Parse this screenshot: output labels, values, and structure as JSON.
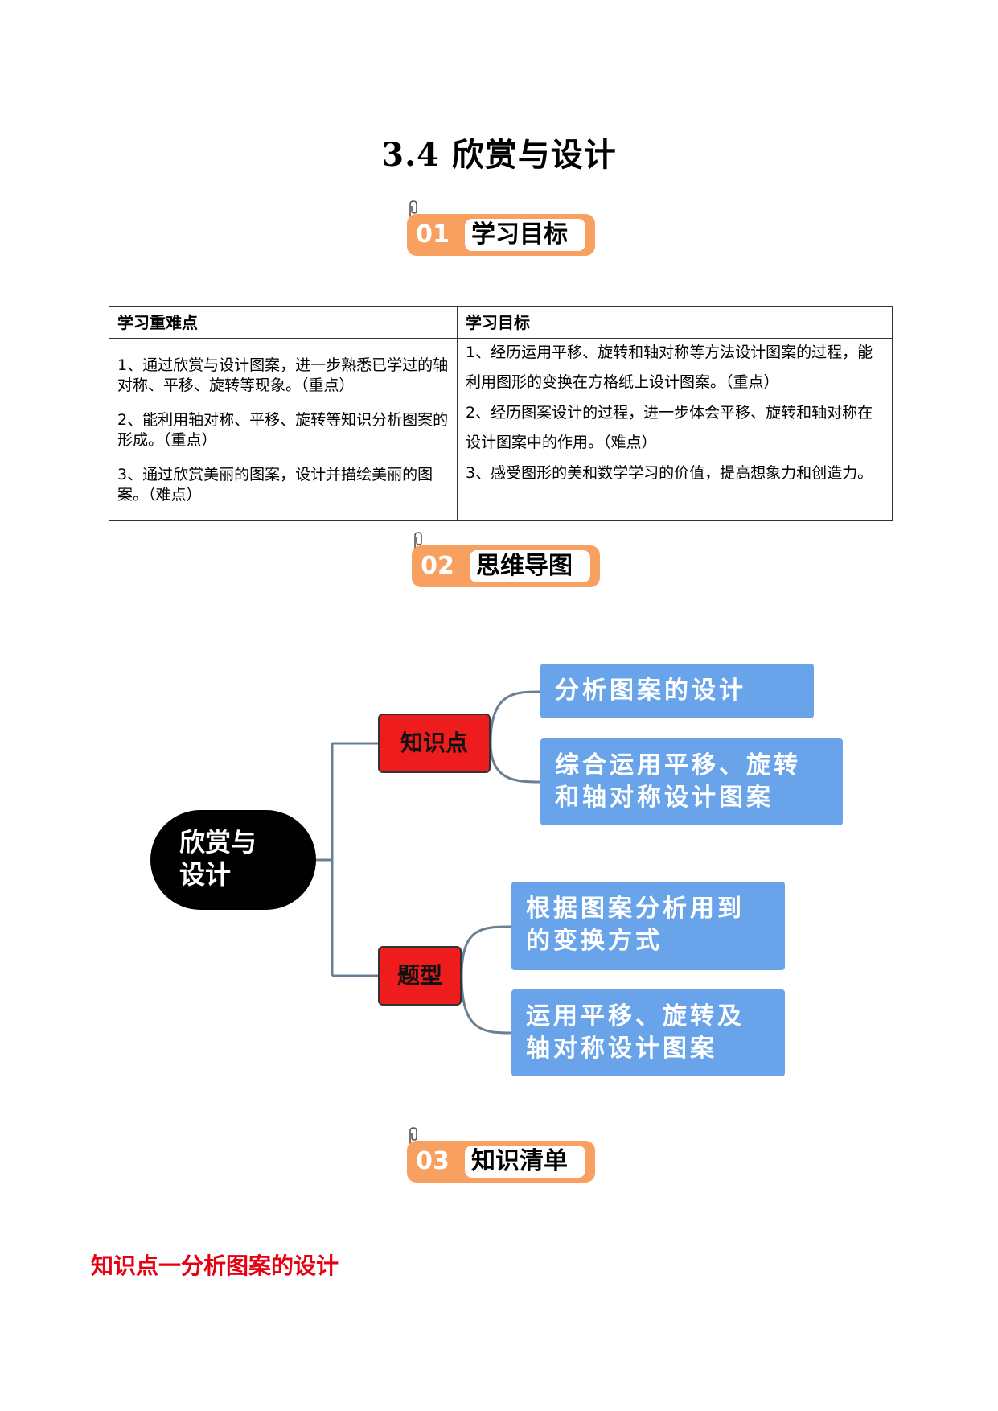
{
  "title": "3.4 欣赏与设计",
  "sections": [
    {
      "num": "01",
      "label": "学习目标"
    },
    {
      "num": "02",
      "label": "思维导图"
    },
    {
      "num": "03",
      "label": "知识清单"
    }
  ],
  "table": {
    "headers": [
      "学习重难点",
      "学习目标"
    ],
    "left": [
      "1、通过欣赏与设计图案，进一步熟悉已学过的轴对称、平移、旋转等现象。（重点）",
      "2、能利用轴对称、平移、旋转等知识分析图案的形成。（重点）",
      "3、通过欣赏美丽的图案，设计并描绘美丽的图案。（难点）"
    ],
    "right": [
      "1、经历运用平移、旋转和轴对称等方法设计图案的过程，能利用图形的变换在方格纸上设计图案。（重点）",
      "2、经历图案设计的过程，进一步体会平移、旋转和轴对称在设计图案中的作用。（难点）",
      "3、感受图形的美和数学学习的价值，提高想象力和创造力。"
    ]
  },
  "mindmap": {
    "root": {
      "line1": "欣赏与",
      "line2": "设计"
    },
    "branches": [
      {
        "label": "知识点",
        "children": [
          {
            "line1": "分析图案的设计",
            "line2": ""
          },
          {
            "line1": "综合运用平移、旋转",
            "line2": "和轴对称设计图案"
          }
        ]
      },
      {
        "label": "题型",
        "children": [
          {
            "line1": "根据图案分析用到",
            "line2": "的变换方式"
          },
          {
            "line1": "运用平移、旋转及",
            "line2": "轴对称设计图案"
          }
        ]
      }
    ]
  },
  "knowledge_point": "知识点一分析图案的设计",
  "colors": {
    "badge": "#f7a05f",
    "red_node": "#ee1c1c",
    "blue_node": "#69a4ea",
    "heading_red": "#e60012"
  }
}
